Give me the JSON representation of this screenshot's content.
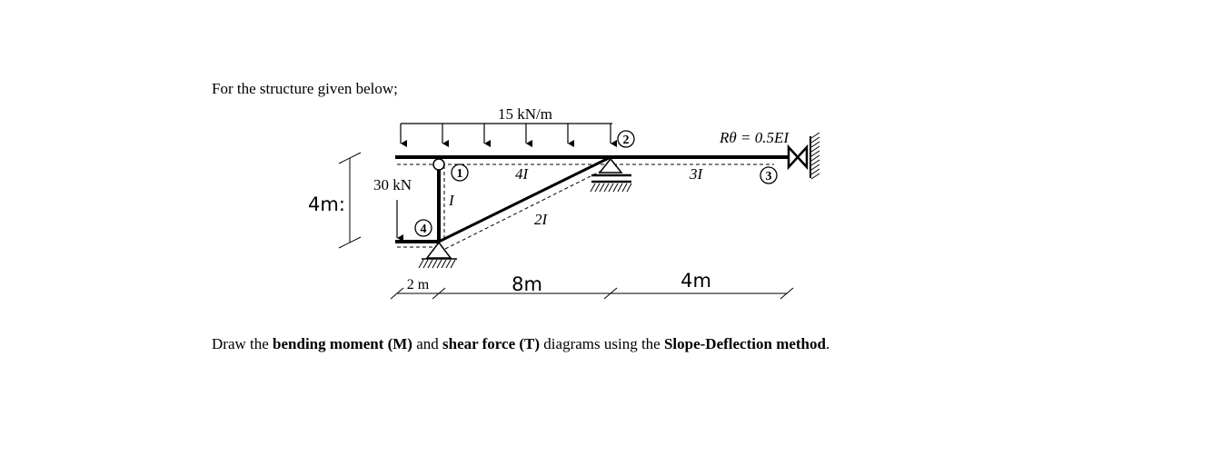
{
  "intro_text": "For the structure given below;",
  "task": {
    "t1": "Draw the ",
    "t2": "bending moment (M)",
    "t3": " and ",
    "t4": "shear force (T)",
    "t5": " diagrams using the ",
    "t6": "Slope-Deflection method",
    "t7": "."
  },
  "labels": {
    "distributed_load": "15 kN/m",
    "point_load": "30 kN",
    "rotational_spring": "Rθ = 0.5EI",
    "stiffness_beam_left": "4I",
    "stiffness_beam_right": "3I",
    "stiffness_column": "I",
    "stiffness_inclined": "2I",
    "height": "4m:",
    "span_overhang": "2 m",
    "span_left": "8m",
    "span_right": "4m"
  },
  "nodes": [
    "1",
    "2",
    "3",
    "4"
  ],
  "colors": {
    "ink": "#000000",
    "background": "#ffffff"
  }
}
